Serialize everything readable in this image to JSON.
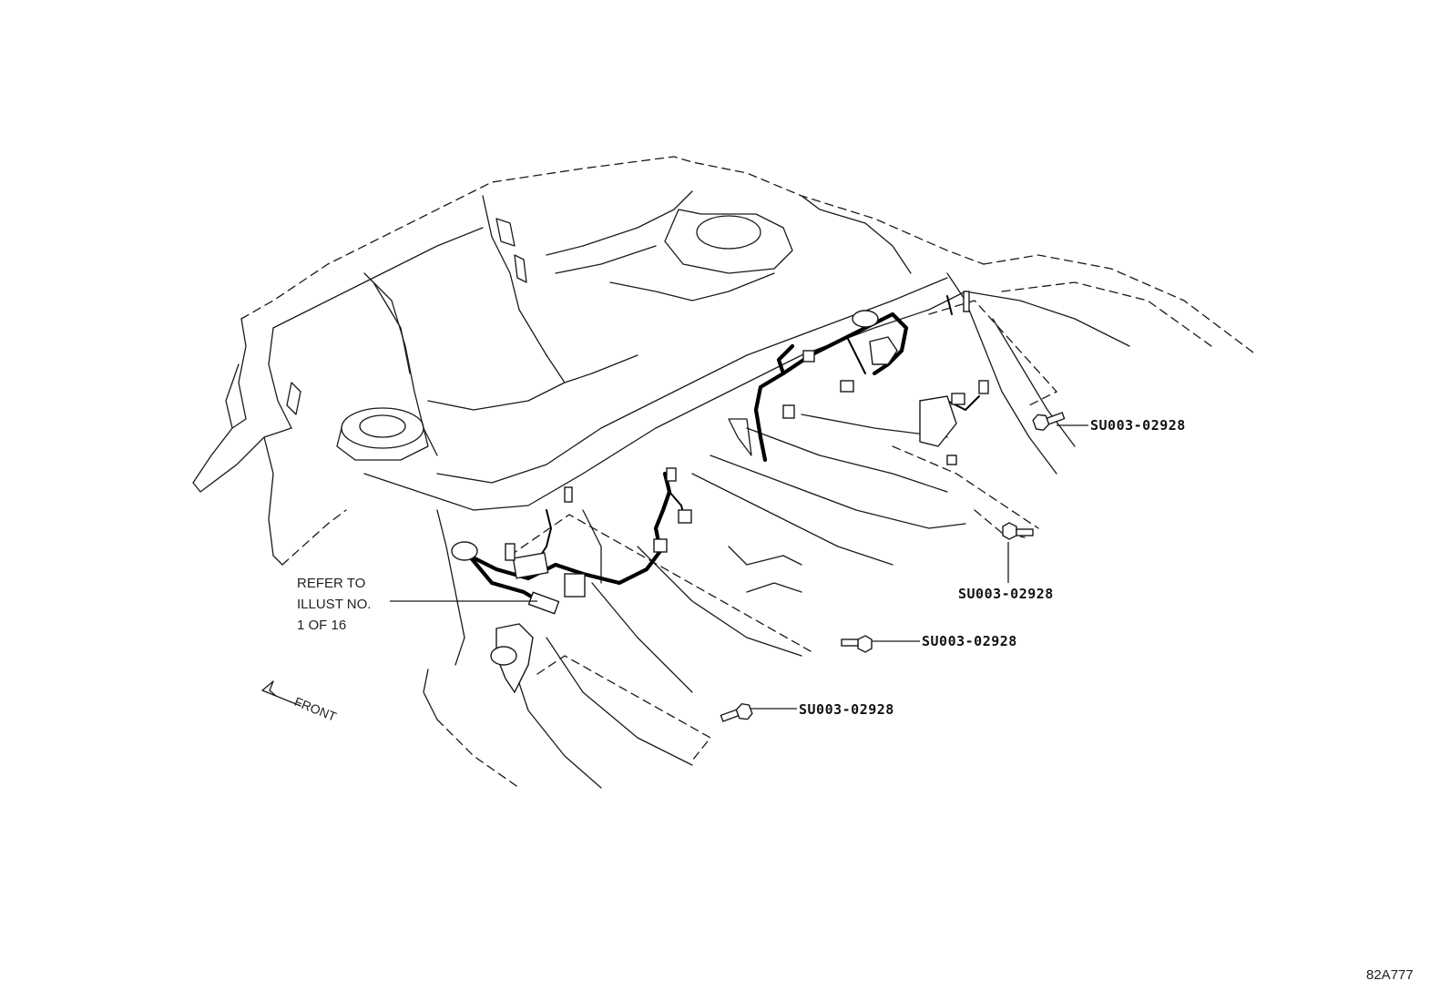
{
  "callouts": [
    {
      "part_number": "SU003-02928"
    },
    {
      "part_number": "SU003-02928"
    },
    {
      "part_number": "SU003-02928"
    },
    {
      "part_number": "SU003-02928"
    }
  ],
  "reference_note": {
    "lines": [
      "REFER TO",
      "ILLUST NO.",
      "1 OF 16"
    ]
  },
  "direction_label": "FRONT",
  "illustration_code": "82A777",
  "colors": {
    "line": "#1a1a1a",
    "harness": "#000000",
    "background": "#ffffff"
  },
  "icons": {
    "bolt": "hex-flange-bolt-icon",
    "direction": "front-arrow-icon"
  }
}
